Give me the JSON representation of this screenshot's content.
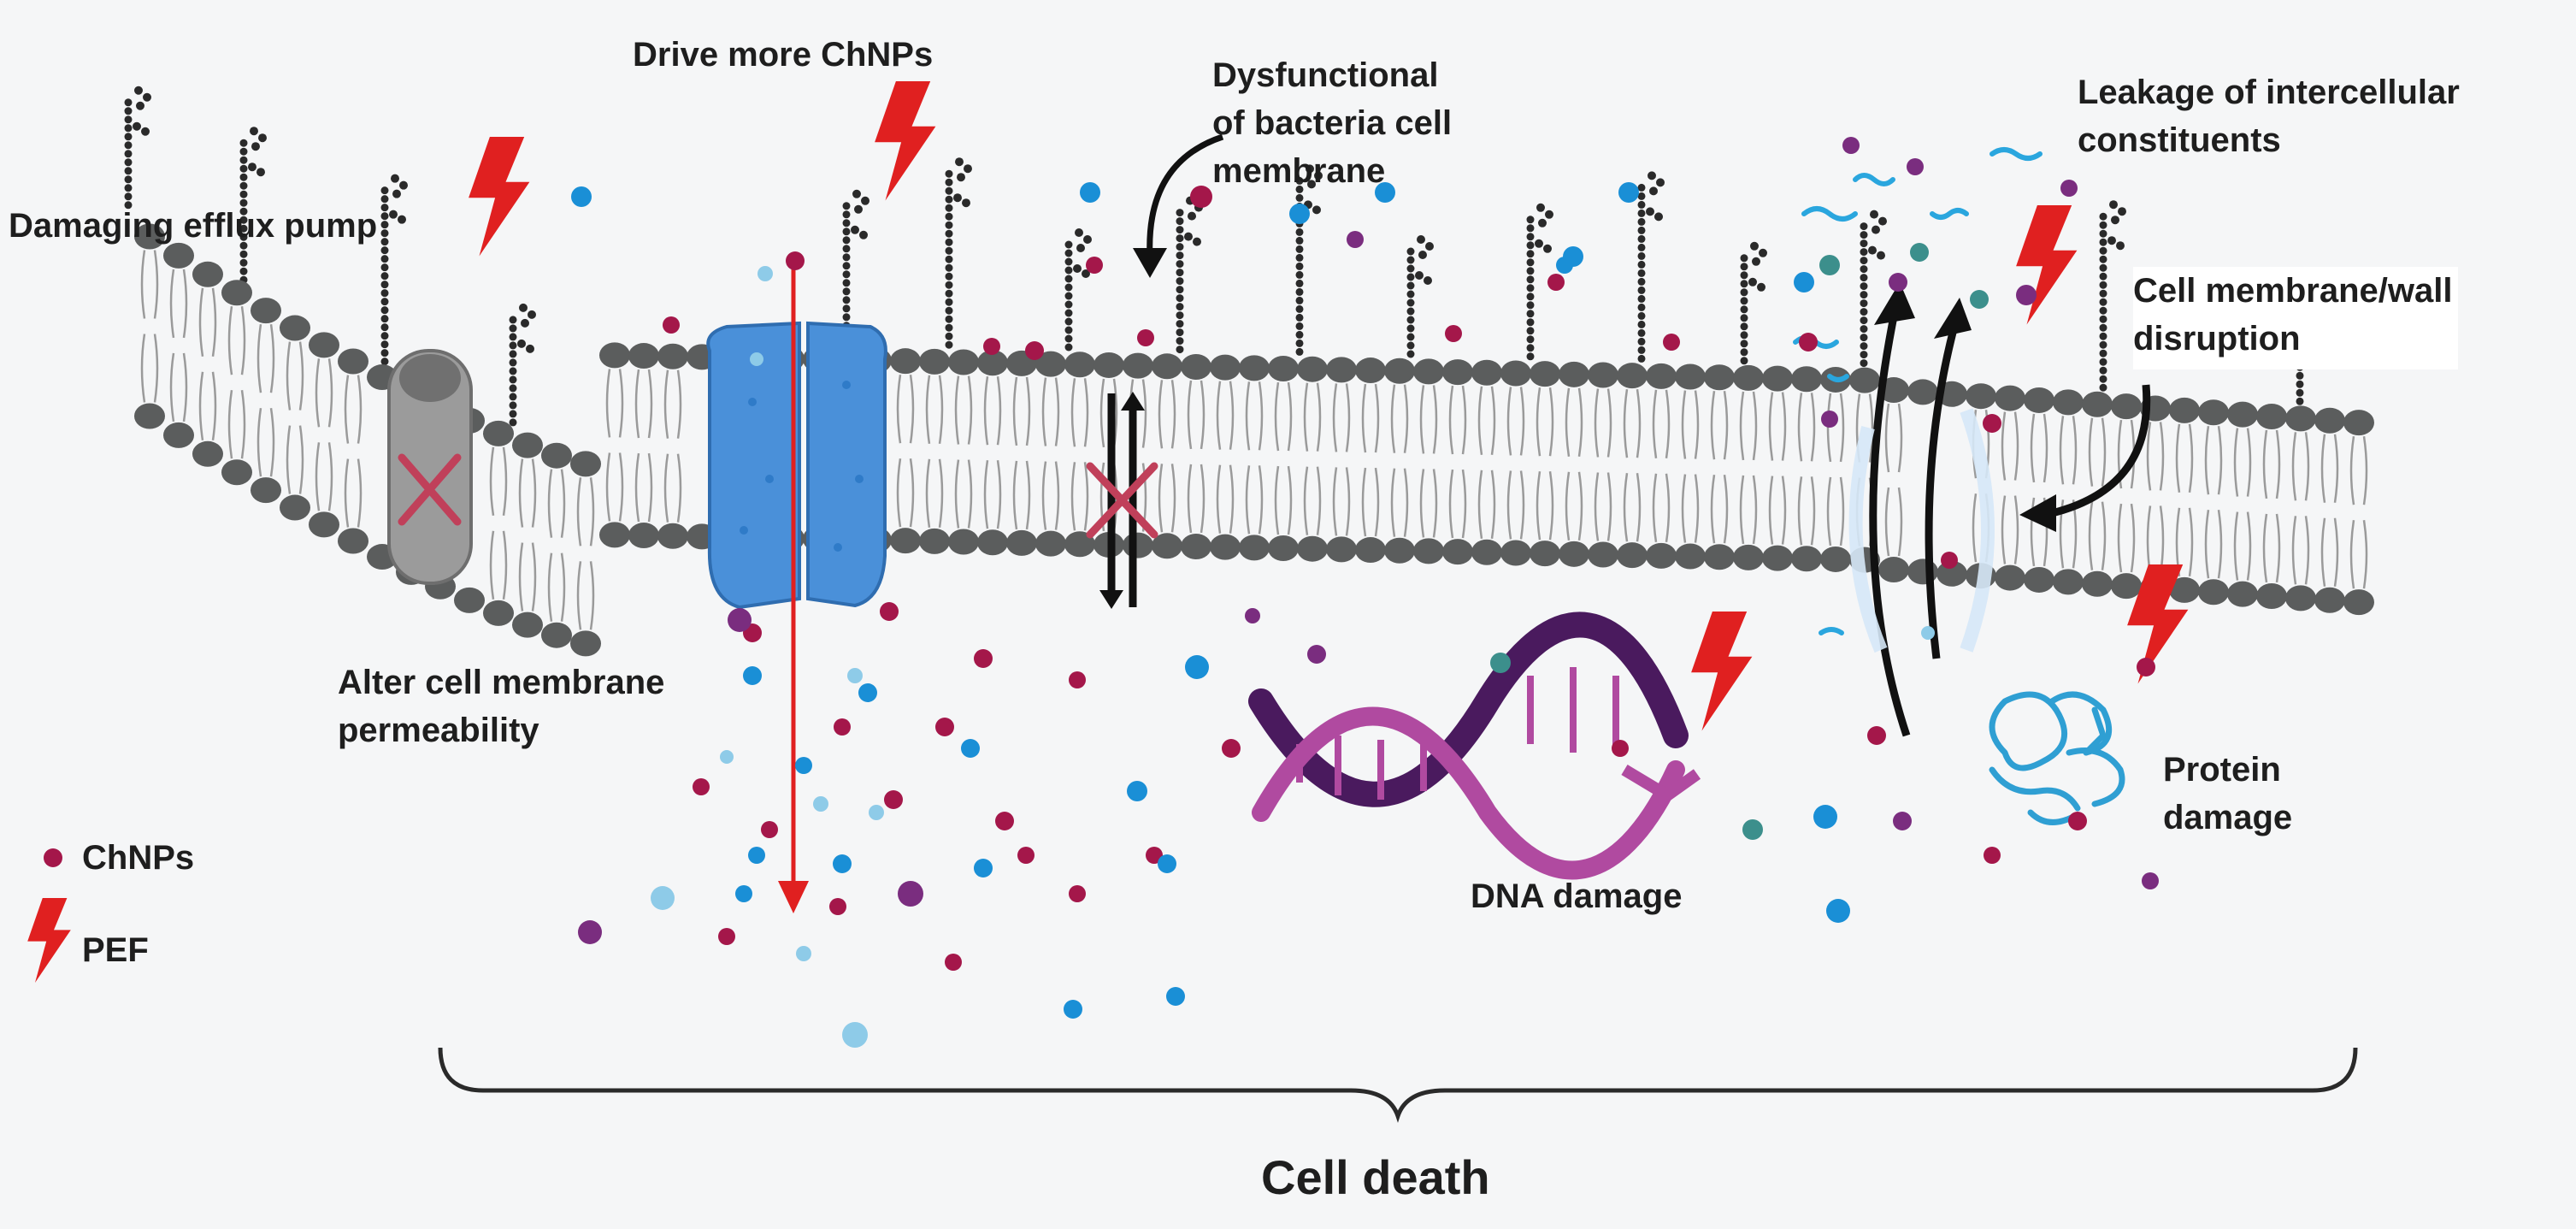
{
  "labels": {
    "drive_more": "Drive more ChNPs",
    "dysfunctional": [
      "Dysfunctional",
      "of bacteria cell",
      "membrane"
    ],
    "leakage": [
      "Leakage of intercellular",
      "constituents"
    ],
    "damaging_efflux": "Damaging efflux pump",
    "cell_membrane_wall": [
      "Cell membrane/wall",
      "disruption"
    ],
    "alter_permeability": [
      "Alter cell membrane",
      "permeability"
    ],
    "dna_damage": "DNA damage",
    "protein_damage": [
      "Protein",
      "damage"
    ],
    "cell_death": "Cell death"
  },
  "legend": {
    "chnps": "ChNPs",
    "pef": "PEF"
  },
  "colors": {
    "background": "#f5f6f7",
    "lipid_head": "#5b5d5d",
    "lipid_tail": "#9a9a9a",
    "channel": "#4a90d9",
    "efflux_pump": "#9b9b9b",
    "lightning": "#e02020",
    "chnp": "#a4174a",
    "blue_particle": "#1a8fd6",
    "light_particle": "#8ecbe8",
    "purple_particle": "#7a2d7f",
    "teal_particle": "#3c8f8c",
    "dna_dark": "#4a1a5e",
    "dna_light": "#b04aa0",
    "protein": "#2f9fd3",
    "x_mark": "#c0405a"
  },
  "icons": [
    "lightning-icon",
    "efflux-pump-icon",
    "channel-protein-icon",
    "dna-icon",
    "protein-icon",
    "bracket-icon",
    "arrow-icon"
  ]
}
